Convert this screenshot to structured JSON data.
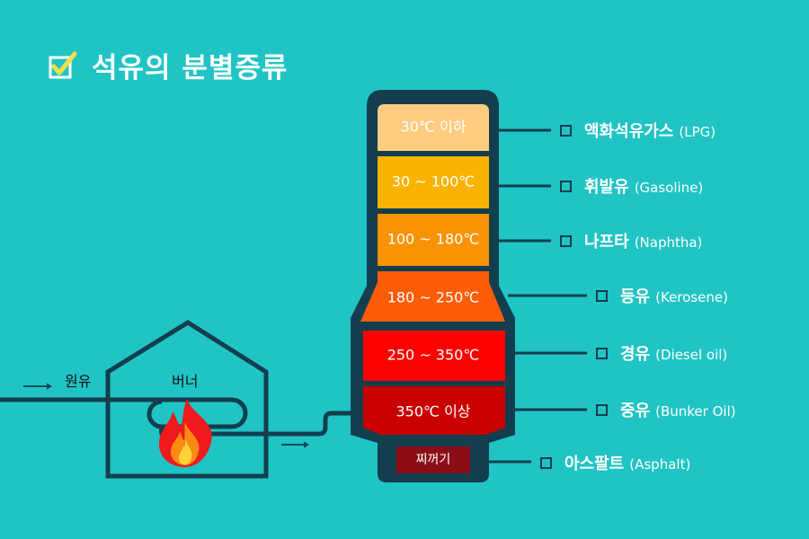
{
  "title": "석유의 분별증류",
  "colors": {
    "background": "#20c4c4",
    "outline": "#123e4e",
    "bands": [
      "#ffcc80",
      "#fbb302",
      "#f89304",
      "#ff5c0a",
      "#fd0000",
      "#c90000",
      "#8b0e17"
    ]
  },
  "icons": {
    "title": "checkbox-check-icon",
    "flame": "flame-icon",
    "arrow": "arrow-right-icon"
  },
  "furnace": {
    "crude_label": "원유",
    "burner_label": "버너"
  },
  "column": {
    "bands": [
      "30℃ 이하",
      "30 ~ 100℃",
      "100 ~ 180℃",
      "180 ~ 250℃",
      "250 ~ 350℃",
      "350℃ 이상"
    ],
    "residue": "찌꺼기"
  },
  "products": [
    {
      "name": "액화석유가스",
      "english": "(LPG)"
    },
    {
      "name": "휘발유",
      "english": "(Gasoline)"
    },
    {
      "name": "나프타",
      "english": "(Naphtha)"
    },
    {
      "name": "등유",
      "english": "(Kerosene)"
    },
    {
      "name": "경유",
      "english": "(Diesel oil)"
    },
    {
      "name": "중유",
      "english": "(Bunker Oil)"
    },
    {
      "name": "아스팔트",
      "english": "(Asphalt)"
    }
  ]
}
